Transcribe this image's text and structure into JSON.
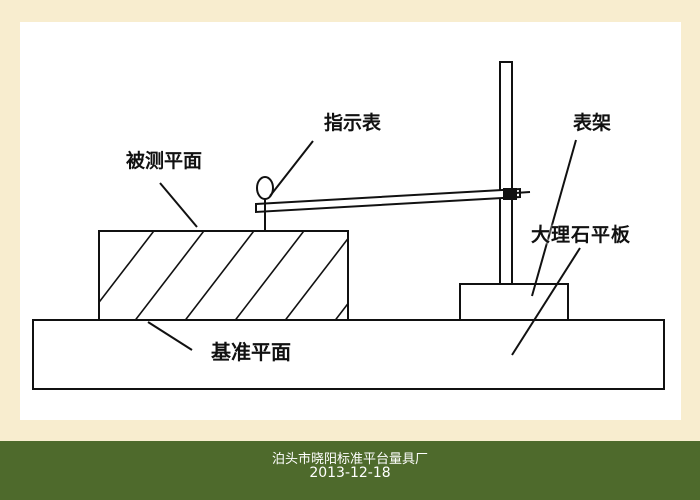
{
  "diagram": {
    "labels": {
      "indicator": "指示表",
      "tested_plane": "被测平面",
      "stand": "表架",
      "marble_plate": "大理石平板",
      "reference_plane": "基准平面"
    }
  },
  "footer": {
    "company": "泊头市晓阳标准平台量具厂",
    "date": "2013-12-18"
  },
  "colors": {
    "background": "#f8edcf",
    "panel": "#ffffff",
    "footer": "#4e6a2c",
    "line": "#111111"
  }
}
